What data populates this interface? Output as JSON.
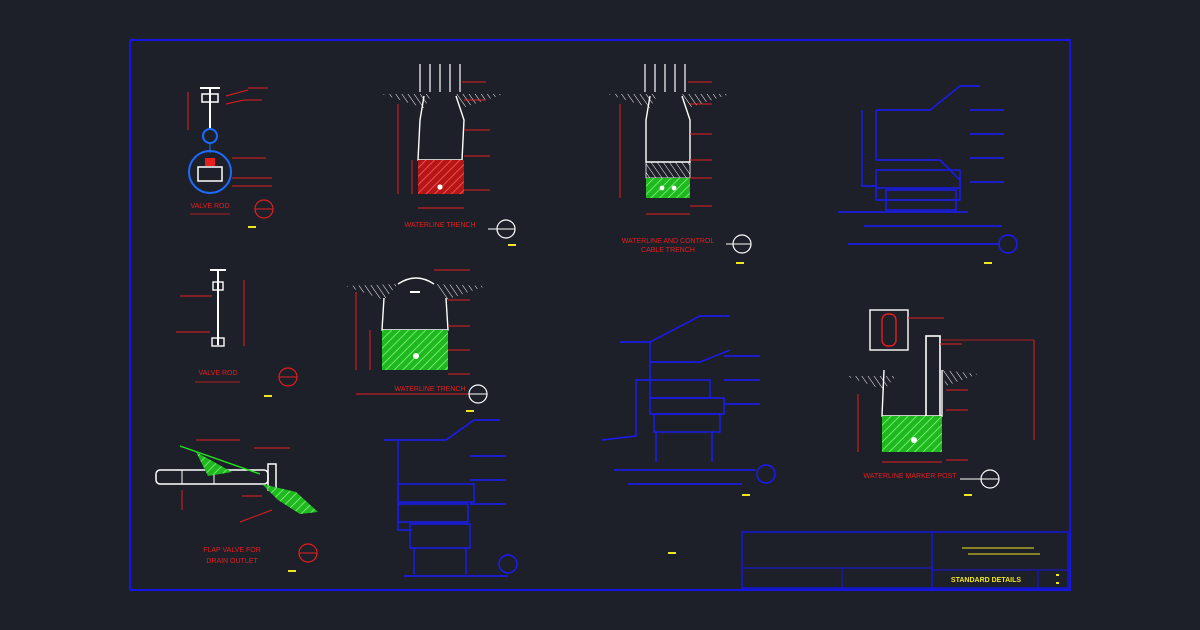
{
  "colors": {
    "background": "#1e2029",
    "frame": "#1414e6",
    "annotation": "#e61e1e",
    "linework": "#ffffff",
    "fill_green": "#22e622",
    "fill_red": "#e61e1e",
    "blue_detail": "#1a1aff",
    "tag_yellow": "#f0e61e"
  },
  "details": {
    "valve_rod_1": {
      "title": "VALVE ROD"
    },
    "valve_rod_2": {
      "title": "VALVE ROD"
    },
    "flap_valve": {
      "title_line1": "FLAP VALVE FOR",
      "title_line2": "DRAIN OUTLET"
    },
    "waterline_trench_1": {
      "title": "WATERLINE TRENCH"
    },
    "waterline_trench_2": {
      "title": "WATERLINE TRENCH"
    },
    "waterline_cable": {
      "title_line1": "WATERLINE AND CONTROL",
      "title_line2": "CABLE TRENCH"
    },
    "marker_post": {
      "title": "WATERLINE MARKER POST"
    }
  },
  "title_block": {
    "sheet_title": "STANDARD DETAILS"
  }
}
